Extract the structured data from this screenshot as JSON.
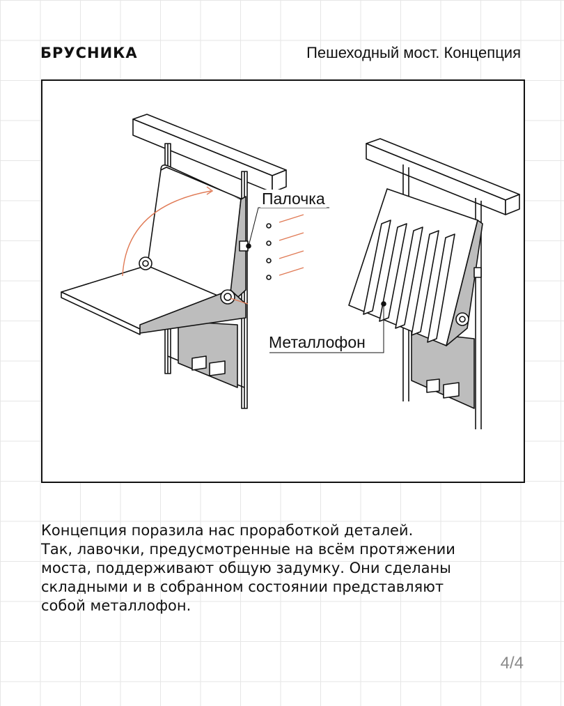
{
  "header": {
    "brand": "БРУСНИКА",
    "title": "Пешеходный мост. Концепция"
  },
  "figure": {
    "callouts": {
      "stick": "Палочка",
      "metallophone": "Металлофон"
    }
  },
  "body": {
    "lines": [
      "Концепция поразила нас проработкой деталей.",
      "Так, лавочки, предусмотренные на всём протяжении",
      "моста, поддерживают общую задумку. Они сделаны",
      "складными и в собранном состоянии представляют",
      "собой металлофон."
    ]
  },
  "footer": {
    "page": "4/4"
  },
  "colors": {
    "accent": "#e07a55",
    "panel": "#bdbdbd",
    "line": "#111111",
    "grid": "#e6e6e6"
  }
}
